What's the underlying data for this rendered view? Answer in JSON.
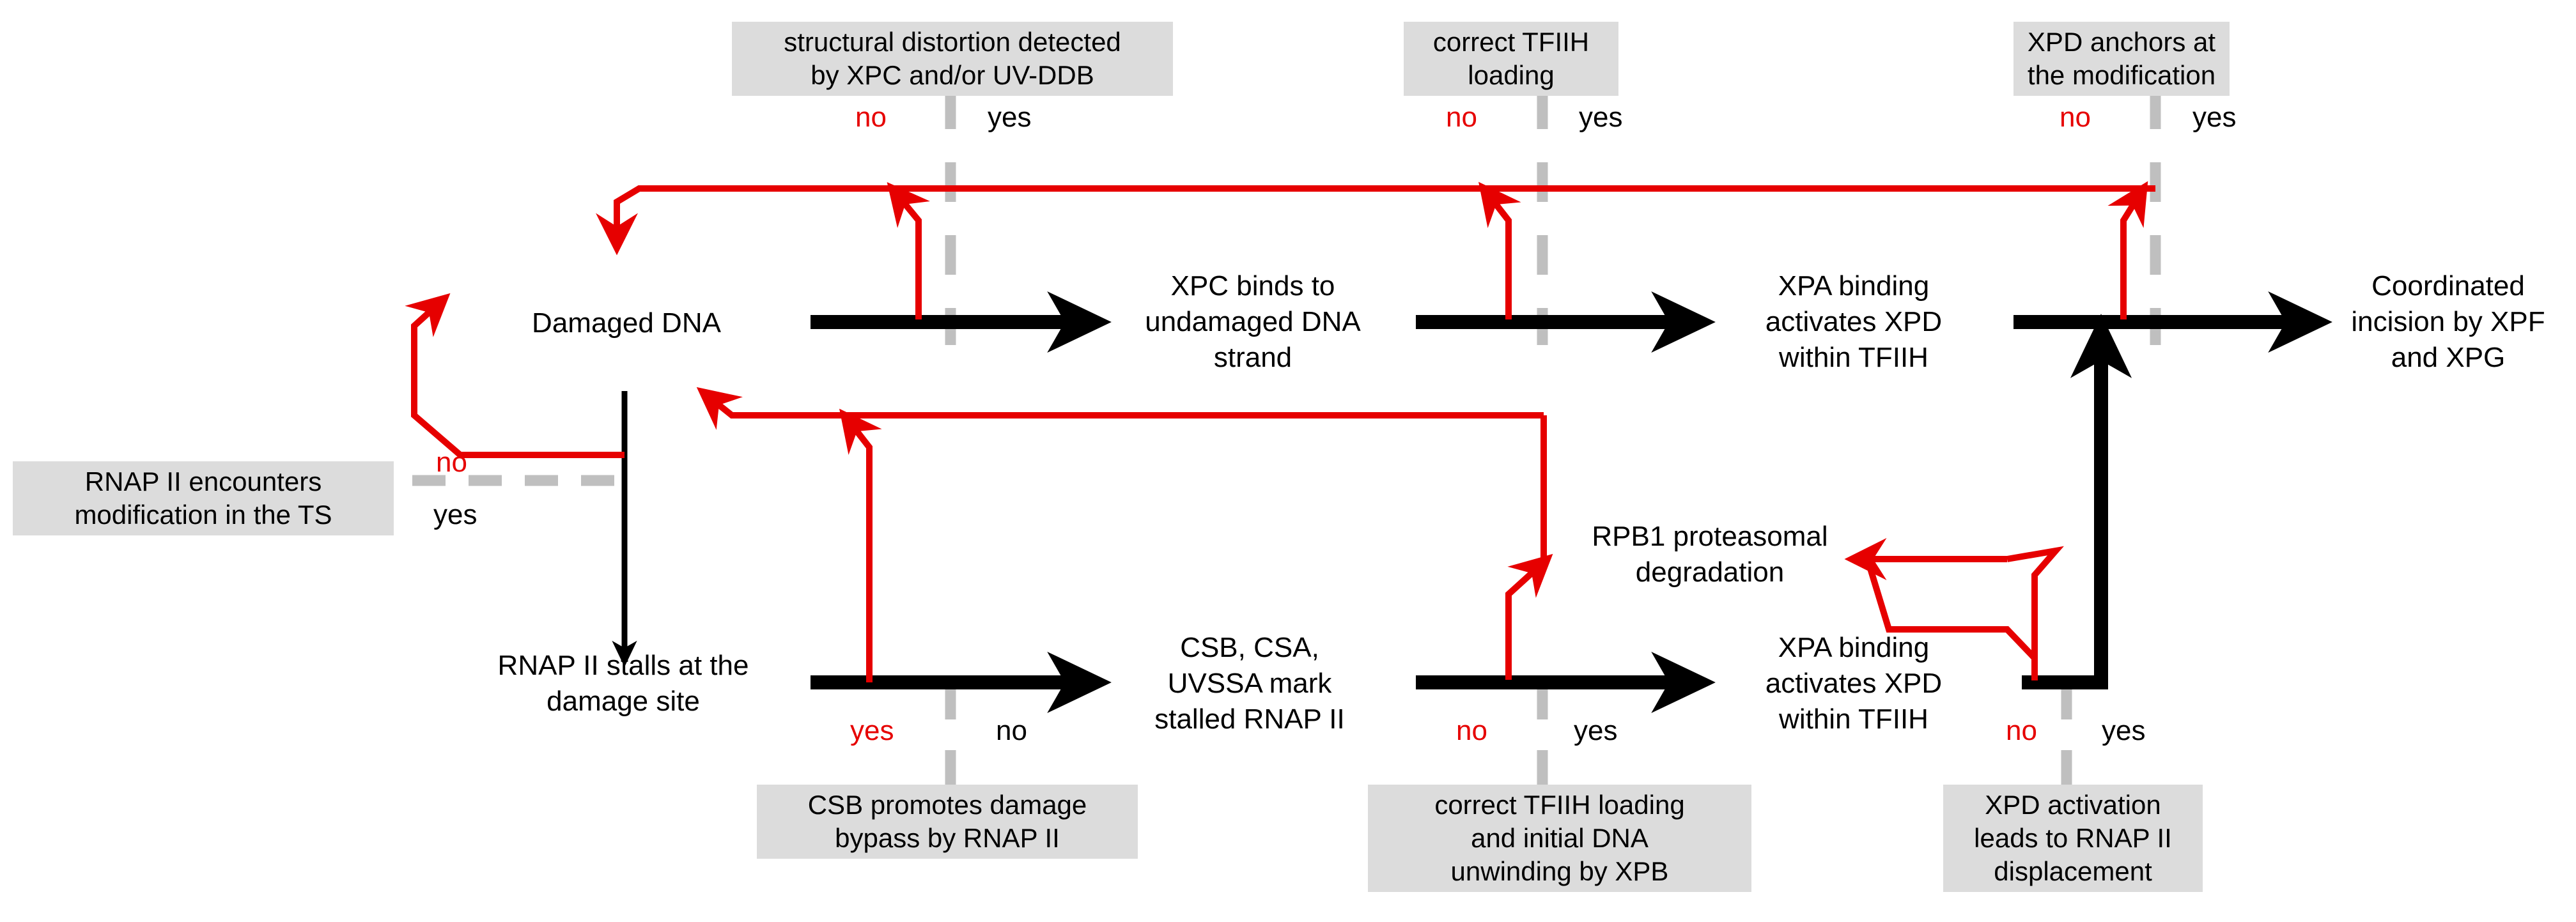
{
  "diagram": {
    "title": "DNA damage recognition and repair decision flow",
    "colors": {
      "red": "#e60000",
      "black": "#000000",
      "box_gray": "#dcdcdc",
      "dash_gray": "#bfbfbf",
      "background": "#ffffff"
    }
  },
  "question_boxes": [
    {
      "id": "q-structural-distortion",
      "text": "structural distortion detected\nby XPC and/or UV-DDB"
    },
    {
      "id": "q-correct-tfiih-loading-top",
      "text": "correct TFIIH\nloading"
    },
    {
      "id": "q-xpd-anchors",
      "text": "XPD anchors at\nthe modification"
    },
    {
      "id": "q-rnap2-encounters",
      "text": "RNAP II encounters\nmodification in the TS"
    },
    {
      "id": "q-csb-bypass",
      "text": "CSB promotes damage\nbypass by RNAP II"
    },
    {
      "id": "q-correct-tfiih-loading-bottom",
      "text": "correct TFIIH loading\nand initial DNA\nunwinding by XPB"
    },
    {
      "id": "q-xpd-activation",
      "text": "XPD activation\nleads to RNAP II\ndisplacement"
    }
  ],
  "step_labels": [
    {
      "id": "step-damaged-dna",
      "text": "Damaged DNA"
    },
    {
      "id": "step-xpc-binds",
      "text": "XPC binds to\nundamaged DNA\nstrand"
    },
    {
      "id": "step-xpa-binding-top",
      "text": "XPA binding\nactivates XPD\nwithin TFIIH"
    },
    {
      "id": "step-coordinated-incision",
      "text": "Coordinated\nincision by XPF\nand XPG"
    },
    {
      "id": "step-rnap2-stalls",
      "text": "RNAP II stalls at the\ndamage site"
    },
    {
      "id": "step-csb-csa-uvssa",
      "text": "CSB, CSA,\nUVSSA mark\nstalled RNAP II"
    },
    {
      "id": "step-rpb1-degradation",
      "text": "RPB1 proteasomal\ndegradation"
    },
    {
      "id": "step-xpa-binding-bottom",
      "text": "XPA binding\nactivates XPD\nwithin TFIIH"
    }
  ],
  "branch_labels": [
    {
      "id": "branch-rnap2-no",
      "text": "no",
      "color": "red"
    },
    {
      "id": "branch-rnap2-yes",
      "text": "yes",
      "color": "black"
    },
    {
      "id": "branch-distortion-no",
      "text": "no",
      "color": "red"
    },
    {
      "id": "branch-distortion-yes",
      "text": "yes",
      "color": "black"
    },
    {
      "id": "branch-tfiih-top-no",
      "text": "no",
      "color": "red"
    },
    {
      "id": "branch-tfiih-top-yes",
      "text": "yes",
      "color": "black"
    },
    {
      "id": "branch-xpd-anchor-no",
      "text": "no",
      "color": "red"
    },
    {
      "id": "branch-xpd-anchor-yes",
      "text": "yes",
      "color": "black"
    },
    {
      "id": "branch-csb-yes",
      "text": "yes",
      "color": "red"
    },
    {
      "id": "branch-csb-no",
      "text": "no",
      "color": "black"
    },
    {
      "id": "branch-tfiih-bot-no",
      "text": "no",
      "color": "red"
    },
    {
      "id": "branch-tfiih-bot-yes",
      "text": "yes",
      "color": "black"
    },
    {
      "id": "branch-xpd-act-no",
      "text": "no",
      "color": "red"
    },
    {
      "id": "branch-xpd-act-yes",
      "text": "yes",
      "color": "black"
    }
  ]
}
